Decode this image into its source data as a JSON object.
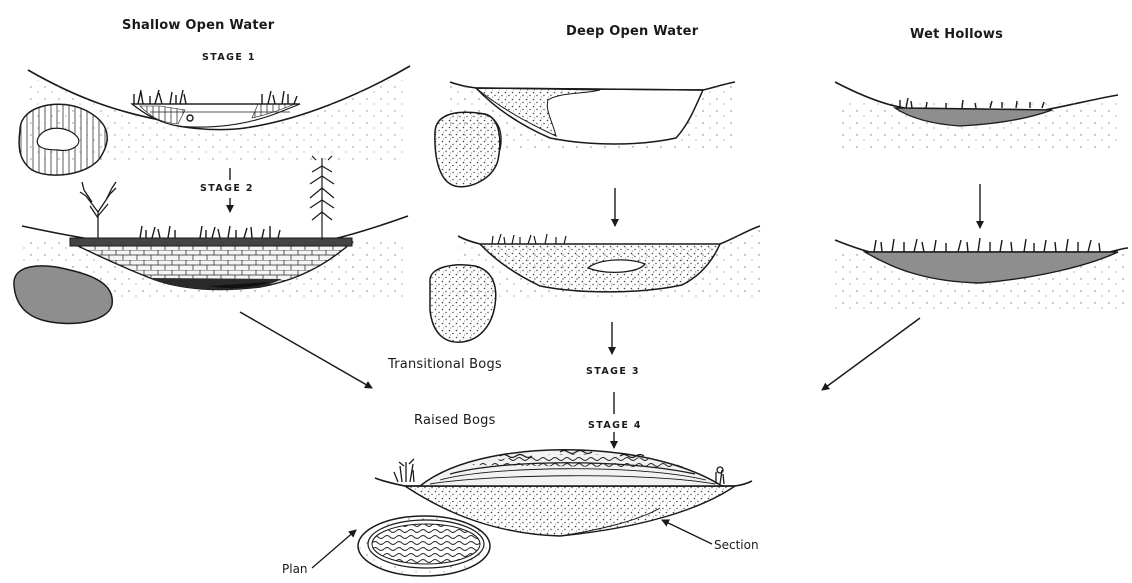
{
  "labels": {
    "shallow": "Shallow Open Water",
    "deep": "Deep Open Water",
    "wet": "Wet Hollows",
    "transitional": "Transitional Bogs",
    "raised": "Raised Bogs",
    "plan": "Plan",
    "section": "Section"
  },
  "stages": {
    "stage1": "STAGE 1",
    "stage2": "STAGE 2",
    "stage3": "STAGE 3",
    "stage4": "STAGE 4"
  },
  "colors": {
    "ink": "#1a1a1a",
    "peat_gray": "#9a9a9a",
    "dark_peat": "#3a3a3a",
    "stipple": "#555555"
  }
}
